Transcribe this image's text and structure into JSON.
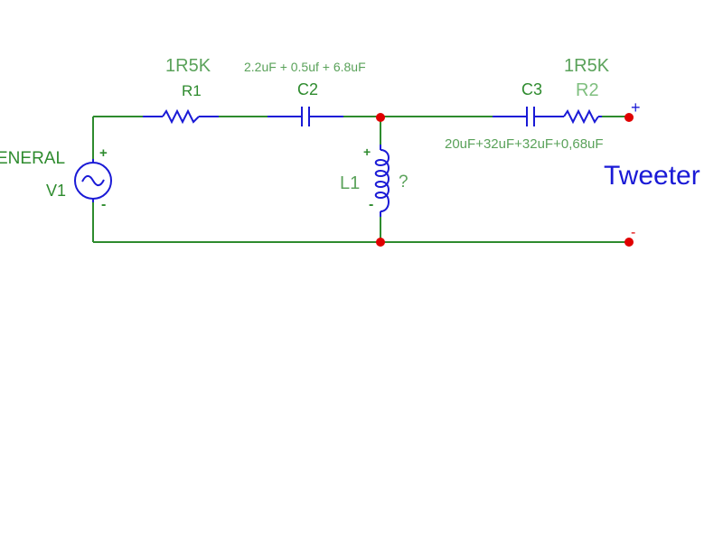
{
  "colors": {
    "wire": "#2e8b2e",
    "component": "#1a1ad6",
    "node": "#e00000",
    "label_dark": "#2e8b2e",
    "label_light": "#5aa25a",
    "label_pale": "#7fbf7f",
    "tweeter": "#1a1ad6"
  },
  "source": {
    "type_label": "ENERAL",
    "ref": "V1",
    "plus": "+",
    "minus": "-",
    "icon": "ac-source-icon"
  },
  "r1": {
    "value": "1R5K",
    "ref": "R1",
    "icon": "resistor-icon"
  },
  "c2": {
    "value": "2.2uF + 0.5uf + 6.8uF",
    "ref": "C2",
    "icon": "capacitor-icon"
  },
  "l1": {
    "ref": "L1",
    "value": "?",
    "plus": "+",
    "minus": "-",
    "icon": "inductor-icon"
  },
  "c3": {
    "ref": "C3",
    "value": "20uF+32uF+32uF+0,68uF",
    "icon": "capacitor-icon"
  },
  "r2": {
    "value": "1R5K",
    "ref": "R2",
    "icon": "resistor-icon"
  },
  "output": {
    "plus": "+",
    "minus": "-",
    "label": "Tweeter"
  }
}
